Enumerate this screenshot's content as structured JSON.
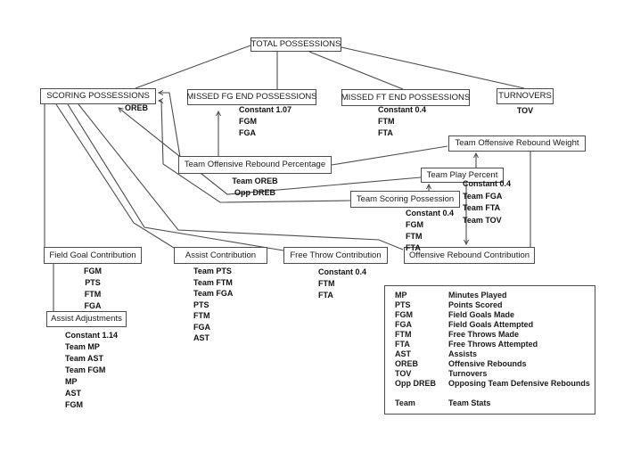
{
  "diagram": {
    "nodes": {
      "total": {
        "label": "TOTAL POSSESSIONS"
      },
      "scoring": {
        "label": "SCORING POSSESSIONS"
      },
      "missed_fg": {
        "label": "MISSED FG END POSSESSIONS",
        "items": [
          "Constant 1.07",
          "FGM",
          "FGA"
        ]
      },
      "missed_ft": {
        "label": "MISSED FT END POSSESSIONS",
        "items": [
          "Constant 0.4",
          "FTM",
          "FTA"
        ]
      },
      "turnovers": {
        "label": "TURNOVERS",
        "items": [
          "TOV"
        ]
      },
      "torw": {
        "label": "Team Offensive Rebound Weight"
      },
      "torp": {
        "label": "Team Offensive Rebound Percentage",
        "items": [
          "Team OREB",
          "Opp DREB"
        ]
      },
      "tpp": {
        "label": "Team Play Percent",
        "items": [
          "Constant 0.4",
          "Team FGA",
          "Team FTA",
          "Team TOV"
        ]
      },
      "tsp": {
        "label": "Team Scoring Possession",
        "items": [
          "Constant 0.4",
          "FGM",
          "FTM",
          "FTA"
        ]
      },
      "fgc": {
        "label": "Field Goal Contribution",
        "items": [
          "FGM",
          "PTS",
          "FTM",
          "FGA"
        ]
      },
      "ac": {
        "label": "Assist Contribution",
        "items": [
          "Team PTS",
          "Team FTM",
          "Team FGA",
          "PTS",
          "FTM",
          "FGA",
          "AST"
        ]
      },
      "ftc": {
        "label": "Free Throw Contribution",
        "items": [
          "Constant 0.4",
          "FTM",
          "FTA"
        ]
      },
      "orc": {
        "label": "Offensive Rebound Contribution"
      },
      "aa": {
        "label": "Assist Adjustments",
        "items": [
          "Constant 1.14",
          "Team MP",
          "Team AST",
          "Team FGM",
          "MP",
          "AST",
          "FGM"
        ]
      }
    },
    "edge_labels": {
      "oreb": "OREB"
    },
    "line_color": "#4d4d4d"
  },
  "legend": {
    "rows": [
      {
        "abbr": "MP",
        "desc": "Minutes Played"
      },
      {
        "abbr": "PTS",
        "desc": "Points Scored"
      },
      {
        "abbr": "FGM",
        "desc": "Field Goals Made"
      },
      {
        "abbr": "FGA",
        "desc": "Field Goals Attempted"
      },
      {
        "abbr": "FTM",
        "desc": "Free Throws Made"
      },
      {
        "abbr": "FTA",
        "desc": "Free Throws Attempted"
      },
      {
        "abbr": "AST",
        "desc": "Assists"
      },
      {
        "abbr": "OREB",
        "desc": "Offensive Rebounds"
      },
      {
        "abbr": "TOV",
        "desc": "Turnovers"
      },
      {
        "abbr": "Opp DREB",
        "desc": "Opposing Team Defensive Rebounds"
      }
    ],
    "team_row": {
      "abbr": "Team",
      "desc": "Team Stats"
    }
  }
}
